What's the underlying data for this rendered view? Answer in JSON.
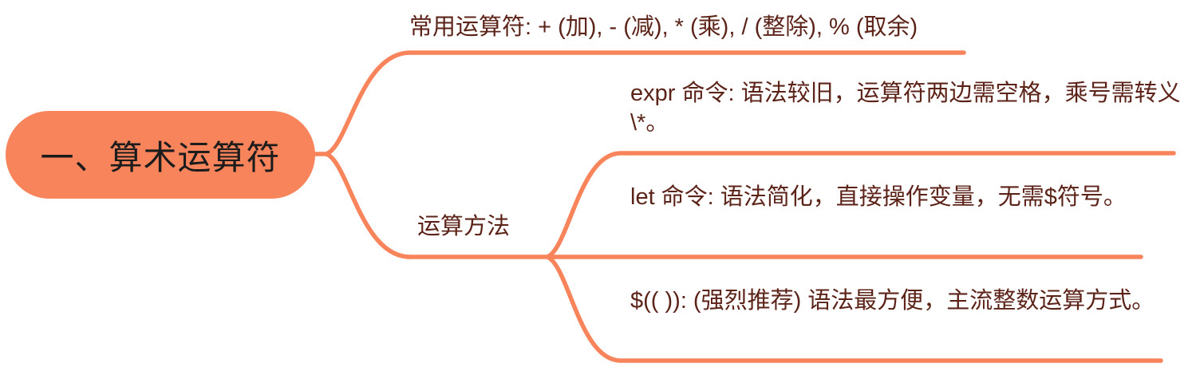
{
  "root": {
    "label": "一、算术运算符"
  },
  "branches": [
    {
      "id": "common-operators",
      "label": "常用运算符: + (加), - (减), * (乘), / (整除), % (取余)"
    },
    {
      "id": "methods",
      "label": "运算方法",
      "children": [
        {
          "id": "expr-command",
          "label": "expr 命令: 语法较旧，运算符两边需空格，乘号需转义 \\*。"
        },
        {
          "id": "let-command",
          "label": "let 命令: 语法简化，直接操作变量，无需$符号。"
        },
        {
          "id": "dollar-arithmetic",
          "label": "$(( )): (强烈推荐) 语法最方便，主流整数运算方式。"
        }
      ]
    }
  ],
  "colors": {
    "accent": "#F8845C",
    "root_text": "#1C1C1C",
    "topic_text": "#5C2318",
    "background": "#FFFFFF"
  }
}
